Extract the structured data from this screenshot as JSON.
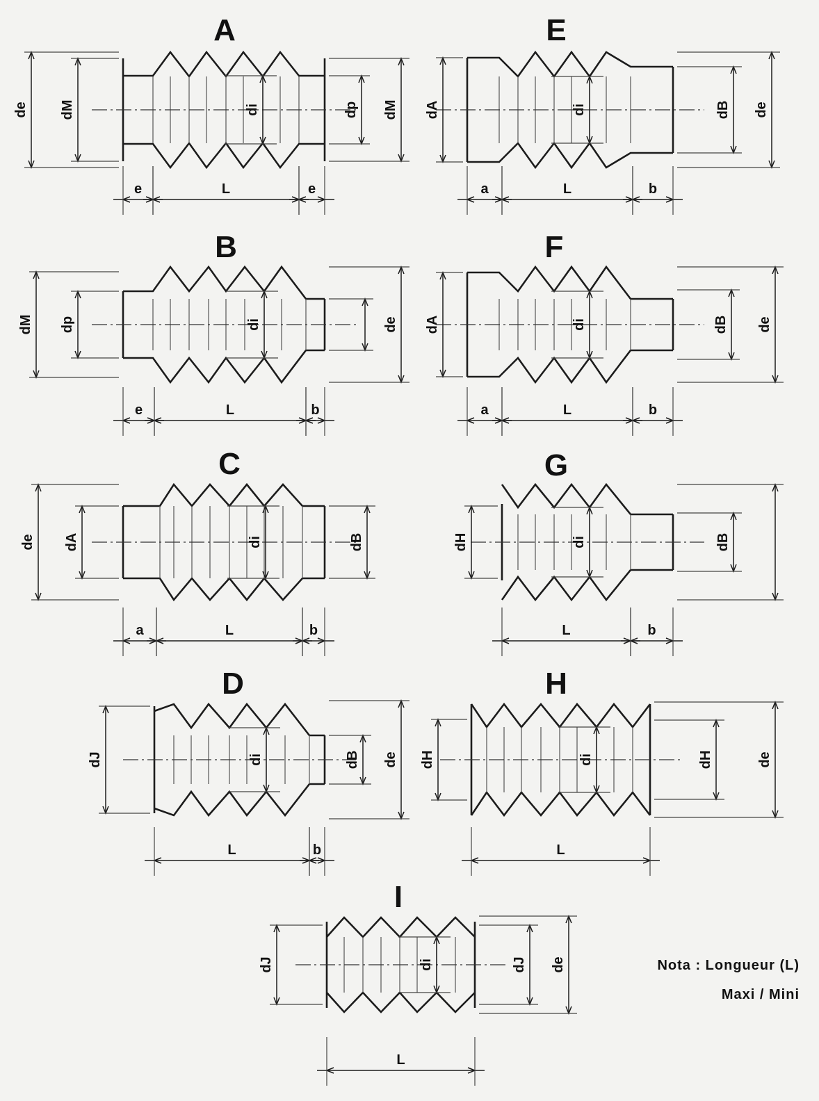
{
  "diagrams": [
    {
      "title": "A",
      "vertical_labels": [
        "de",
        "dM",
        "di",
        "dp",
        "dM"
      ],
      "horizontal_labels": [
        "e",
        "L",
        "e"
      ]
    },
    {
      "title": "B",
      "vertical_labels": [
        "dM",
        "dp",
        "di",
        "de"
      ],
      "horizontal_labels": [
        "e",
        "L",
        "b"
      ]
    },
    {
      "title": "C",
      "vertical_labels": [
        "de",
        "dA",
        "di",
        "dB"
      ],
      "horizontal_labels": [
        "a",
        "L",
        "b"
      ]
    },
    {
      "title": "D",
      "vertical_labels": [
        "dJ",
        "di",
        "dB",
        "de"
      ],
      "horizontal_labels": [
        "L",
        "b"
      ]
    },
    {
      "title": "E",
      "vertical_labels": [
        "dA",
        "di",
        "dB",
        "de"
      ],
      "horizontal_labels": [
        "a",
        "L",
        "b"
      ]
    },
    {
      "title": "F",
      "vertical_labels": [
        "dA",
        "di",
        "dB",
        "de"
      ],
      "horizontal_labels": [
        "a",
        "L",
        "b"
      ]
    },
    {
      "title": "G",
      "vertical_labels": [
        "dH",
        "di",
        "dB"
      ],
      "horizontal_labels": [
        "L",
        "b"
      ]
    },
    {
      "title": "H",
      "vertical_labels": [
        "dH",
        "di",
        "dH",
        "de"
      ],
      "horizontal_labels": [
        "L"
      ]
    },
    {
      "title": "I",
      "vertical_labels": [
        "dJ",
        "di",
        "dJ",
        "de"
      ],
      "horizontal_labels": [
        "L"
      ]
    }
  ],
  "note": {
    "line1": "Nota : Longueur (L)",
    "line2": "Maxi / Mini"
  }
}
